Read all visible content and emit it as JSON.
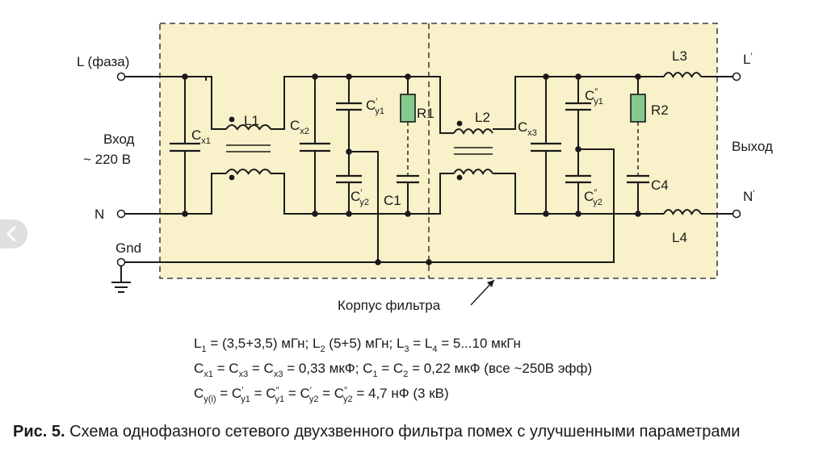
{
  "colors": {
    "enclosure_fill": "#f8f1c9",
    "resistor_fill": "#86c98c",
    "wire": "#1a1a1a"
  },
  "labels": {
    "line_in": "L (фаза)",
    "input": "Вход",
    "input_voltage": "~ 220 В",
    "neutral_in": "N",
    "ground": "Gnd",
    "line_out": "L",
    "neutral_out": "N",
    "output": "Выход",
    "enclosure": "Корпус фильтра",
    "out_prime": "′"
  },
  "components": {
    "cx1": {
      "main": "C",
      "sub": "x1"
    },
    "cx2": {
      "main": "C",
      "sub": "x2"
    },
    "cx3": {
      "main": "C",
      "sub": "x3"
    },
    "cy1_p": {
      "main": "C",
      "sup": "′",
      "sub": "y1"
    },
    "cy2_p": {
      "main": "C",
      "sup": "′",
      "sub": "y2"
    },
    "cy1_pp": {
      "main": "C",
      "sup": "″",
      "sub": "y1"
    },
    "cy2_pp": {
      "main": "C",
      "sup": "″",
      "sub": "y2"
    },
    "l1": "L1",
    "l2": "L2",
    "l3": "L3",
    "l4": "L4",
    "r1": "R1",
    "r2": "R2",
    "c1": "C1",
    "c4": "C4"
  },
  "formulas": {
    "line1": {
      "p1": "L",
      "p1_sub": "1",
      "p2": " = (3,5+3,5) мГн;  L",
      "p2_sub": "2",
      "p3": " (5+5) мГн;  L",
      "p3_sub": "3",
      "p4": " = L",
      "p4_sub": "4",
      "p5": " = 5...10 мкГн"
    },
    "line2": {
      "p1": "C",
      "p1_sub": "x1",
      "p2": " = C",
      "p2_sub": "x3",
      "p3": " = C",
      "p3_sub": "x3",
      "p4": " = 0,33 мкФ;  C",
      "p4_sub": "1",
      "p5": " = C",
      "p5_sub": "2",
      "p6": " = 0,22 мкФ  (все ~250В эфф)"
    },
    "line3": {
      "p1": "C",
      "p1_sub": "y(i)",
      "p2": " = C",
      "p2_sup": "′",
      "p2_sub": "y1",
      "p3": " = C",
      "p3_sup": "″",
      "p3_sub": "y1",
      "p4": " = C",
      "p4_sup": "′",
      "p4_sub": "y2",
      "p5": " = C",
      "p5_sup": "″",
      "p5_sub": "y2",
      "p6": " = 4,7 нФ (3 кВ)"
    }
  },
  "caption": {
    "bold": "Рис. 5.",
    "text": " Схема однофазного сетевого двухзвенного фильтра помех с улучшенными параметрами"
  }
}
